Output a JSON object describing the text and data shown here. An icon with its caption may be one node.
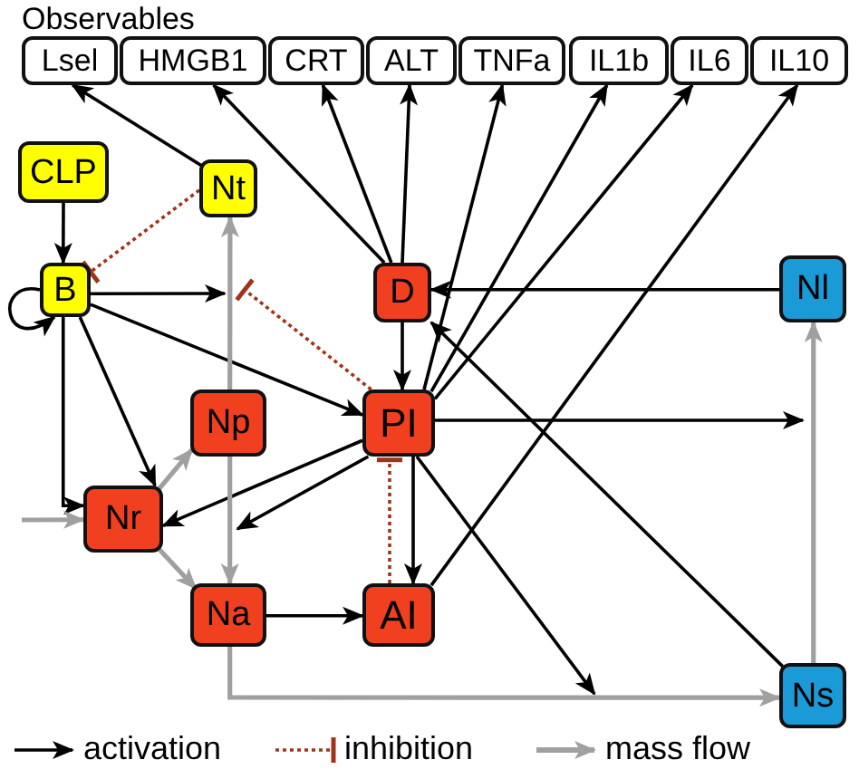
{
  "diagram": {
    "nodes": [
      {
        "text": [
          "Lsel"
        ]
      },
      {
        "text": [
          "HMGB1"
        ]
      },
      {
        "text": [
          "CRT"
        ]
      },
      {
        "text": [
          "ALT"
        ]
      },
      {
        "text": [
          "TNFa"
        ]
      },
      {
        "text": [
          "IL1b"
        ]
      },
      {
        "text": [
          "IL6"
        ]
      },
      {
        "text": [
          "IL10"
        ]
      },
      {
        "text": [
          "CLP"
        ]
      },
      {
        "text": [
          "Nt"
        ]
      },
      {
        "text": [
          "B"
        ]
      },
      {
        "text": [
          "D"
        ]
      },
      {
        "text": [
          "Nl"
        ]
      },
      {
        "text": [
          "Np"
        ]
      },
      {
        "text": [
          "PI"
        ]
      },
      {
        "text": [
          "Nr"
        ]
      },
      {
        "text": [
          "Na"
        ]
      },
      {
        "text": [
          "AI"
        ]
      },
      {
        "text": [
          "Ns"
        ]
      }
    ],
    "edges": [
      {
        "from": 8,
        "to": 10,
        "arrow": "to"
      },
      {
        "from": 10,
        "to": 10,
        "arrow": "to"
      },
      {
        "from": 10,
        "to": null,
        "arrow": "to"
      },
      {
        "from": 10,
        "to": 14,
        "arrow": "to"
      },
      {
        "from": 10,
        "to": 15,
        "arrow": "to"
      },
      {
        "from": 10,
        "to": 15,
        "arrow": "to"
      },
      {
        "from": 9,
        "to": 0,
        "arrow": "to"
      },
      {
        "from": 11,
        "to": 1,
        "arrow": "to"
      },
      {
        "from": 11,
        "to": 2,
        "arrow": "to"
      },
      {
        "from": 11,
        "to": 3,
        "arrow": "to"
      },
      {
        "from": 11,
        "to": 14,
        "arrow": "to"
      },
      {
        "from": 14,
        "to": 4,
        "arrow": "to"
      },
      {
        "from": 14,
        "to": 5,
        "arrow": "to"
      },
      {
        "from": 14,
        "to": 6,
        "arrow": "to"
      },
      {
        "from": 17,
        "to": 7,
        "arrow": "to"
      },
      {
        "from": 12,
        "to": 11,
        "arrow": "to"
      },
      {
        "from": 18,
        "to": 11,
        "arrow": "to"
      },
      {
        "from": 14,
        "to": null,
        "arrow": "to"
      },
      {
        "from": 14,
        "to": 15,
        "arrow": "to"
      },
      {
        "from": 14,
        "to": null,
        "arrow": "to"
      },
      {
        "from": 14,
        "to": 17,
        "arrow": "to"
      },
      {
        "from": 14,
        "to": null,
        "arrow": "to"
      },
      {
        "from": 16,
        "to": 17,
        "arrow": "to"
      },
      {
        "from": 9,
        "to": 10,
        "arrow": "other",
        "style": "dashed",
        "color": "#a0341a"
      },
      {
        "from": 14,
        "to": null,
        "arrow": "other",
        "style": "dashed",
        "color": "#a0341a"
      },
      {
        "from": 17,
        "to": 14,
        "arrow": "other",
        "style": "dashed",
        "color": "#a0341a"
      },
      {
        "from": 13,
        "to": 9,
        "arrow": "to",
        "color": "#a0a0a0"
      },
      {
        "from": 13,
        "to": 16,
        "arrow": "to",
        "color": "#a0a0a0"
      },
      {
        "from": 16,
        "to": 18,
        "arrow": "to",
        "color": "#a0a0a0"
      },
      {
        "from": 18,
        "to": 12,
        "arrow": "to",
        "color": "#a0a0a0"
      },
      {
        "from": 15,
        "to": 13,
        "arrow": "to",
        "color": "#a0a0a0"
      },
      {
        "from": 15,
        "to": 16,
        "arrow": "to",
        "color": "#a0a0a0"
      },
      {
        "from": null,
        "to": 15,
        "arrow": "to",
        "color": "#a0a0a0"
      }
    ],
    "labels": [
      "Observables"
    ],
    "legend": [
      {
        "text": "activation"
      },
      {
        "text": "inhibition"
      },
      {
        "text": "mass flow"
      }
    ]
  }
}
